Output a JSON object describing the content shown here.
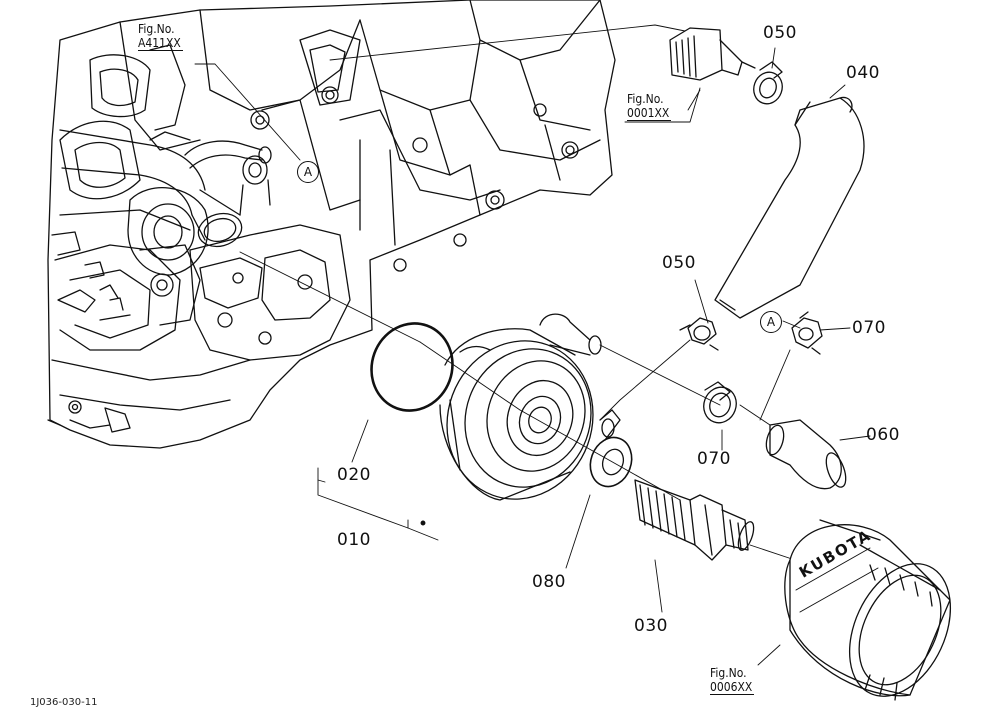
{
  "parts": {
    "p010": "010",
    "p020": "020",
    "p030": "030",
    "p040": "040",
    "p050a": "050",
    "p050b": "050",
    "p060": "060",
    "p070a": "070",
    "p070b": "070",
    "p080": "080"
  },
  "figrefs": {
    "a411": {
      "line1": "Fig.No.",
      "line2": "A411XX"
    },
    "f0001": {
      "line1": "Fig.No.",
      "line2": "0001XX"
    },
    "f0006": {
      "line1": "Fig.No.",
      "line2": "0006XX"
    }
  },
  "markers": {
    "a1": "A",
    "a2": "A"
  },
  "drawing_code": "1J036-030-11",
  "filter_brand": "KUBOTA"
}
